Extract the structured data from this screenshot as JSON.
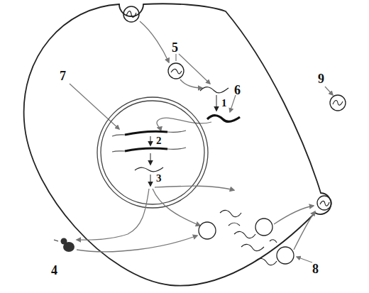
{
  "diagram": {
    "labels": [
      "5",
      "6",
      "7",
      "1",
      "2",
      "3",
      "4",
      "9",
      "8"
    ]
  }
}
